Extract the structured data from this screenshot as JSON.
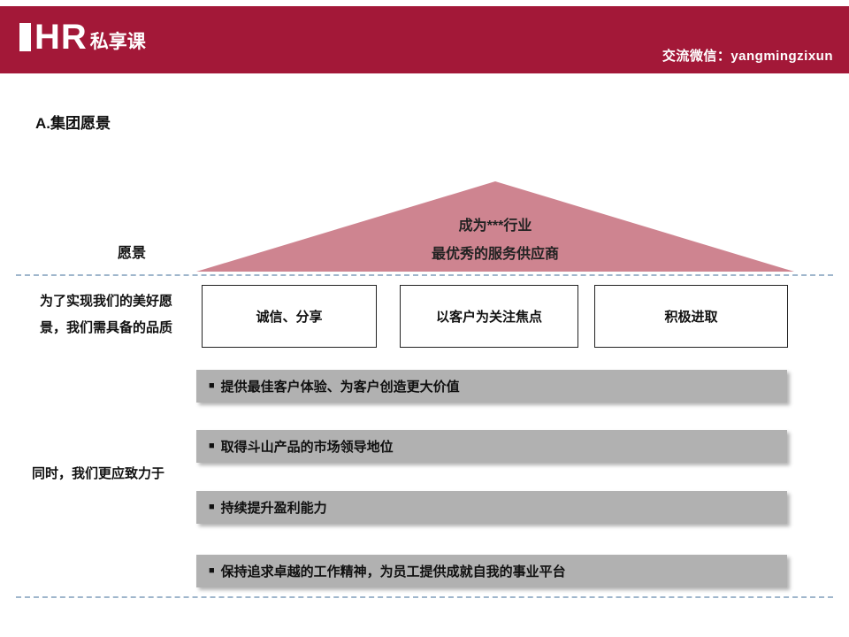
{
  "header": {
    "logo_text": "HR",
    "logo_suffix": "私享课",
    "contact": "交流微信：yangmingzixun"
  },
  "slide": {
    "title": "A.集团愿景",
    "bullet": "■",
    "vision": {
      "label": "愿景",
      "line1": "成为***行业",
      "line2": "最优秀的服务供应商"
    },
    "qualities": {
      "label_line1": "为了实现我们的美好愿",
      "label_line2": "景，我们需具备的品质",
      "items": [
        "诚信、分享",
        "以客户为关注焦点",
        "积极进取"
      ]
    },
    "commitments": {
      "label": "同时，我们更应致力于",
      "items": [
        "提供最佳客户体验、为客户创造更大价值",
        "取得斗山产品的市场领导地位",
        "持续提升盈利能力",
        "保持追求卓越的工作精神，为员工提供成就自我的事业平台"
      ]
    }
  },
  "colors": {
    "header_bg": "#A31838",
    "triangle_fill": "#CE8490",
    "bar_fill": "#B1B1B1",
    "dashed_line": "#9FB6CC"
  }
}
